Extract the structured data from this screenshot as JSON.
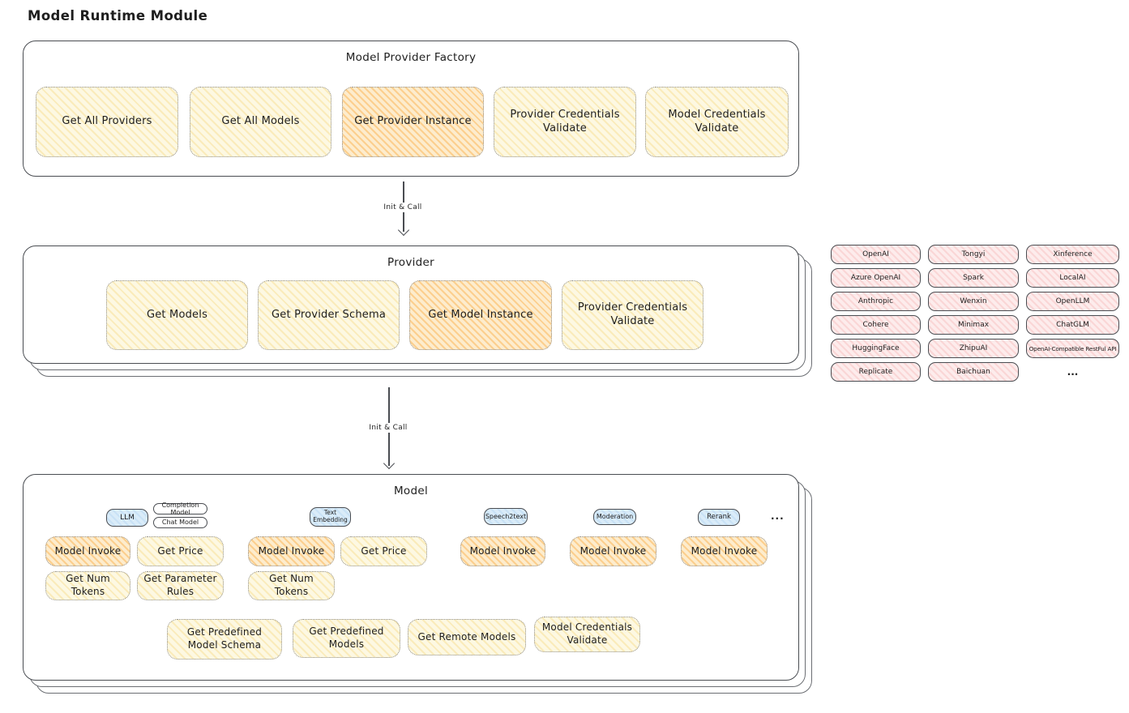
{
  "page_title": "Model Runtime Module",
  "factory": {
    "title": "Model Provider Factory",
    "buttons": [
      "Get All Providers",
      "Get All Models",
      "Get Provider Instance",
      "Provider Credentials Validate",
      "Model Credentials Validate"
    ]
  },
  "arrow1": {
    "label": "Init & Call"
  },
  "arrow2": {
    "label": "Init & Call"
  },
  "provider": {
    "title": "Provider",
    "buttons": [
      "Get Models",
      "Get Provider Schema",
      "Get Model Instance",
      "Provider Credentials Validate"
    ]
  },
  "providers": {
    "items": [
      "OpenAI",
      "Tongyi",
      "Xinference",
      "Azure OpenAI",
      "Spark",
      "LocalAI",
      "Anthropic",
      "Wenxin",
      "OpenLLM",
      "Cohere",
      "Minimax",
      "ChatGLM",
      "HuggingFace",
      "ZhipuAI",
      "OpenAI-Compatible RestFul API",
      "Replicate",
      "Baichuan",
      "..."
    ]
  },
  "model": {
    "title": "Model",
    "tabs": [
      "LLM",
      "Completion Model",
      "Chat Model",
      "Text Embedding",
      "Speech2text",
      "Moderation",
      "Rerank",
      "..."
    ],
    "buttons": [
      "Model Invoke",
      "Get Price",
      "Get Num Tokens",
      "Get Parameter Rules",
      "Model Invoke",
      "Get Price",
      "Get Num Tokens",
      "Model Invoke",
      "Model Invoke",
      "Model Invoke",
      "Get Predefined Model Schema",
      "Get Predefined Models",
      "Get Remote Models",
      "Model Credentials Validate"
    ]
  },
  "colors": {
    "node_yellow": "#fdf8e2",
    "node_orange": "#fdeccd",
    "provider_pink": "#fdecec",
    "tab_blue": "#daecf9",
    "stroke": "#4a4d52"
  }
}
